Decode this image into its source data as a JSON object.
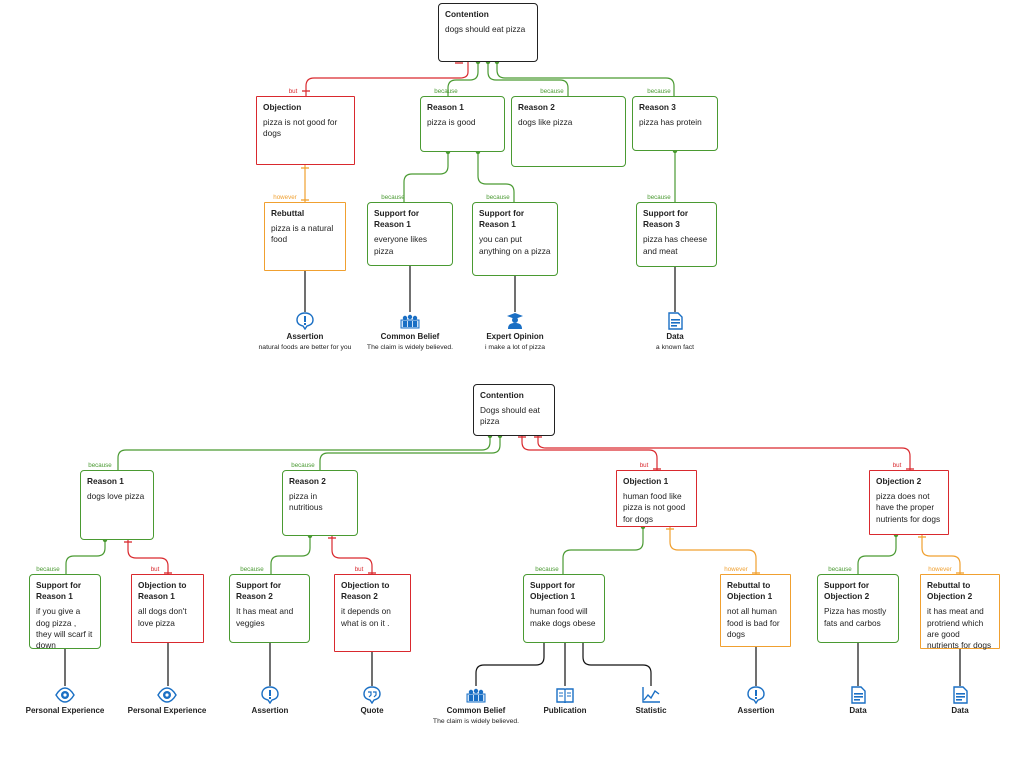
{
  "labels": {
    "because": "because",
    "but": "but",
    "however": "however"
  },
  "map1": {
    "contention": {
      "title": "Contention",
      "text": "dogs should eat pizza"
    },
    "objection": {
      "title": "Objection",
      "text": "pizza is not good for dogs"
    },
    "rebuttal": {
      "title": "Rebuttal",
      "text": "pizza is a natural food"
    },
    "reason1": {
      "title": "Reason 1",
      "text": "pizza is good"
    },
    "reason2": {
      "title": "Reason 2",
      "text": "dogs like pizza"
    },
    "reason3": {
      "title": "Reason 3",
      "text": "pizza has protein"
    },
    "support1a": {
      "title": "Support for Reason 1",
      "text": "everyone likes pizza"
    },
    "support1b": {
      "title": "Support for Reason 1",
      "text": "you can put anything on a pizza"
    },
    "support3": {
      "title": "Support for Reason 3",
      "text": "pizza has cheese and meat"
    },
    "sources": {
      "assertion": {
        "icon": "assertion-icon",
        "title": "Assertion",
        "desc": "natural foods are better for you"
      },
      "common_belief": {
        "icon": "common-belief-icon",
        "title": "Common Belief",
        "desc": "The claim is widely believed."
      },
      "expert_opinion": {
        "icon": "expert-opinion-icon",
        "title": "Expert Opinion",
        "desc": "i make  a lot of pizza"
      },
      "data": {
        "icon": "data-icon",
        "title": "Data",
        "desc": "a known fact"
      }
    }
  },
  "map2": {
    "contention": {
      "title": "Contention",
      "text": "Dogs should eat pizza"
    },
    "reason1": {
      "title": "Reason 1",
      "text": "dogs love pizza"
    },
    "reason2": {
      "title": "Reason 2",
      "text": "pizza in nutritious"
    },
    "objection1": {
      "title": "Objection 1",
      "text": "human food like pizza is not good for dogs"
    },
    "objection2": {
      "title": "Objection 2",
      "text": "pizza does not have the proper nutrients for dogs"
    },
    "support_r1": {
      "title": "Support for Reason 1",
      "text": "if you give a dog pizza , they will scarf it down"
    },
    "objection_r1": {
      "title": "Objection to Reason 1",
      "text": "all dogs don't love pizza"
    },
    "support_r2": {
      "title": "Support for Reason 2",
      "text": "It has meat and veggies"
    },
    "objection_r2": {
      "title": "Objection to Reason 2",
      "text": "it depends on what is on it ."
    },
    "support_o1": {
      "title": "Support for Objection 1",
      "text": "human food will make dogs obese"
    },
    "rebuttal_o1": {
      "title": "Rebuttal to Objection 1",
      "text": "not all human food is bad for dogs"
    },
    "support_o2": {
      "title": "Support for Objection 2",
      "text": "Pizza has mostly fats and carbos"
    },
    "rebuttal_o2": {
      "title": "Rebuttal to Objection 2",
      "text": "it has meat and protriend which are good nutrients for dogs"
    },
    "sources": {
      "personal_experience_1": {
        "icon": "personal-experience-icon",
        "title": "Personal Experience"
      },
      "personal_experience_2": {
        "icon": "personal-experience-icon",
        "title": "Personal Experience"
      },
      "assertion_1": {
        "icon": "assertion-icon",
        "title": "Assertion"
      },
      "quote": {
        "icon": "quote-icon",
        "title": "Quote"
      },
      "common_belief": {
        "icon": "common-belief-icon",
        "title": "Common Belief",
        "desc": "The claim is widely believed."
      },
      "publication": {
        "icon": "publication-icon",
        "title": "Publication"
      },
      "statistic": {
        "icon": "statistic-icon",
        "title": "Statistic"
      },
      "assertion_2": {
        "icon": "assertion-icon",
        "title": "Assertion"
      },
      "data_1": {
        "icon": "data-icon",
        "title": "Data"
      },
      "data_2": {
        "icon": "data-icon",
        "title": "Data"
      }
    }
  },
  "colors": {
    "support": "#4a9a32",
    "objection": "#d9292e",
    "rebuttal": "#f0a030",
    "contention": "#222222",
    "icon": "#1a6fc4"
  }
}
